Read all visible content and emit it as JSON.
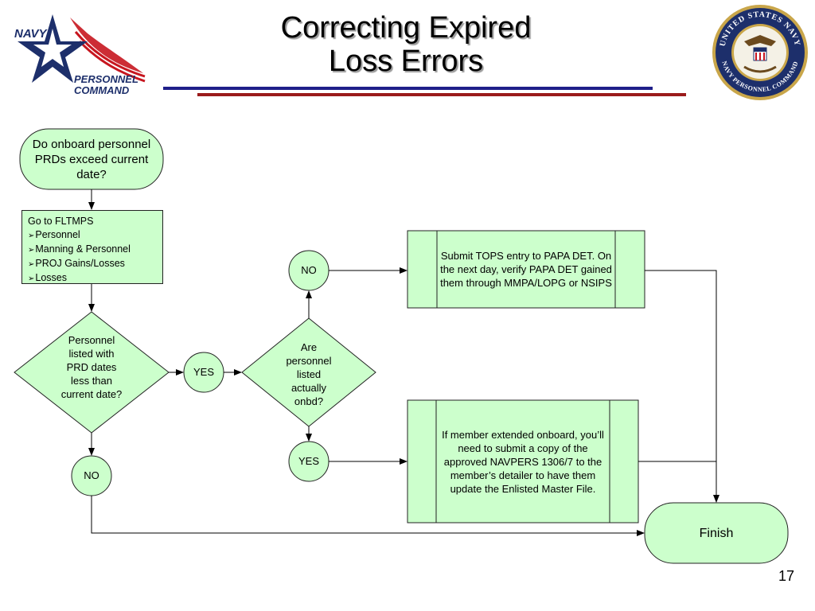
{
  "slide": {
    "title_line1": "Correcting Expired",
    "title_line2": "Loss Errors",
    "page_number": "17"
  },
  "logo_left": {
    "text_navy": "NAVY",
    "text_personnel": "PERSONNEL",
    "text_command": "COMMAND"
  },
  "seal": {
    "text_top": "UNITED STATES NAVY",
    "text_bottom": "NAVY PERSONNEL COMMAND"
  },
  "colors": {
    "fill_green": "#ccffcc",
    "title_rule_blue": "#1f1f8a",
    "title_rule_red": "#9b1b1b",
    "line": "#000000"
  },
  "flow": {
    "start": "Do onboard personnel PRDs exceed current date?",
    "menu": {
      "heading": "Go to FLTMPS",
      "items": [
        "Personnel",
        "Manning & Personnel",
        "PROJ Gains/Losses",
        "Losses"
      ]
    },
    "decision1": "Personnel listed with PRD dates less than current date?",
    "decision1_yes": "YES",
    "decision1_no": "NO",
    "decision2": "Are personnel listed actually onbd?",
    "decision2_no": "NO",
    "decision2_yes": "YES",
    "process_tops": "Submit TOPS entry to PAPA DET.   On the next day, verify PAPA DET gained them through MMPA/LOPG or NSIPS",
    "process_extended": "If member extended onboard, you’ll need to submit a copy of the approved NAVPERS 1306/7 to the member’s detailer to have them update the Enlisted Master File.",
    "finish": "Finish"
  }
}
